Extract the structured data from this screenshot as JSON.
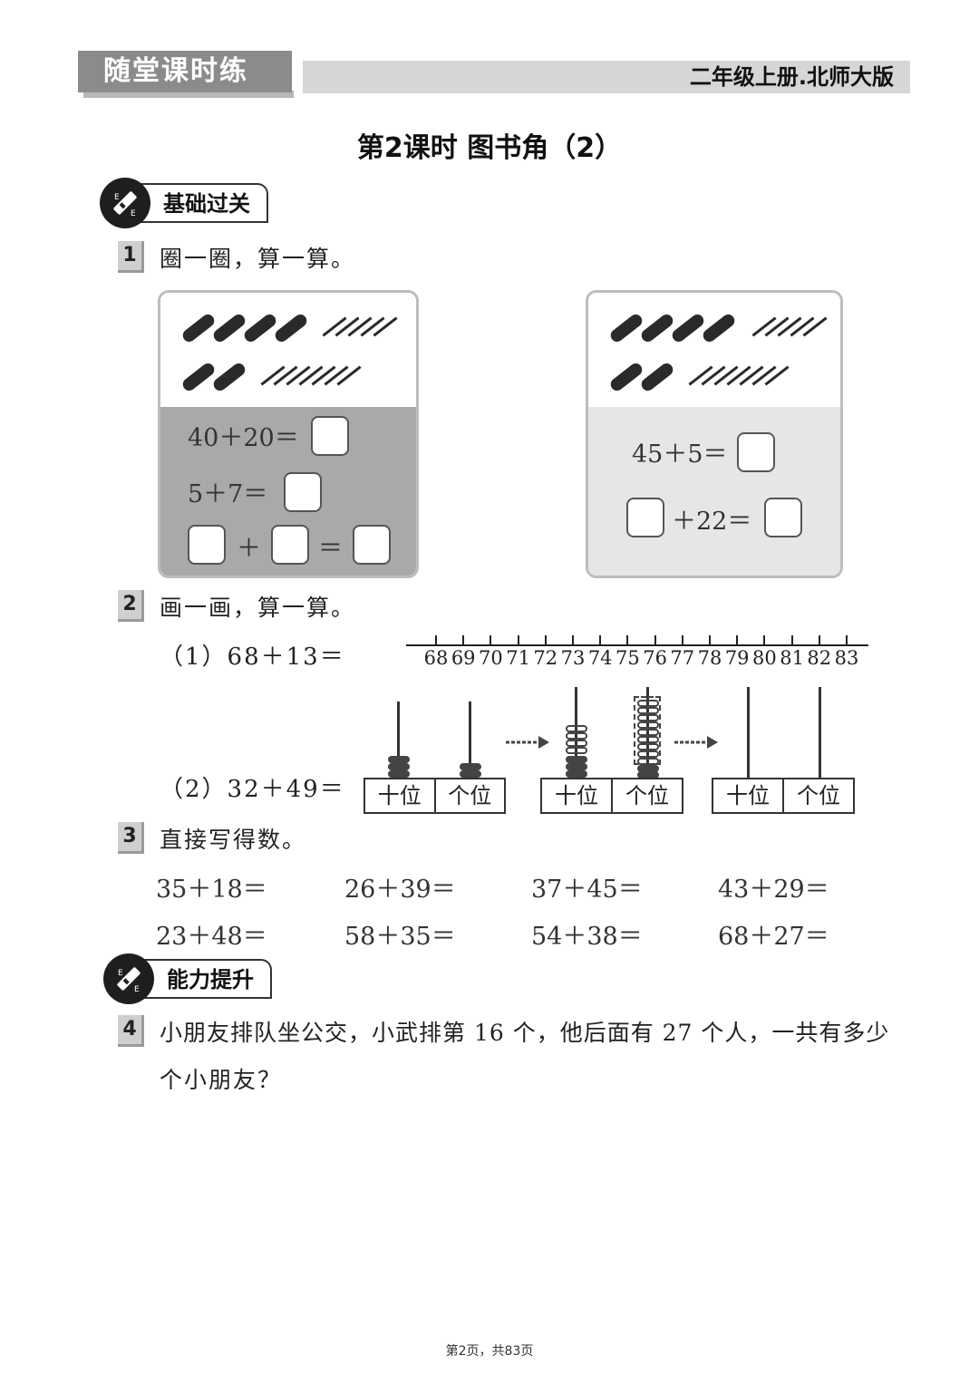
{
  "header": {
    "series_title": "随堂课时练",
    "grade_edition": "二年级上册.北师大版"
  },
  "lesson_title": "第2课时  图书角（2）",
  "sections": {
    "basic": "基础过关",
    "advanced": "能力提升"
  },
  "q1": {
    "number": "1",
    "prompt": "圈一圈，算一算。",
    "left_card": {
      "eq1": "40＋20＝",
      "eq2": "5＋7＝",
      "plus": "＋",
      "equals": "＝"
    },
    "right_card": {
      "eq1": "45＋5＝",
      "eq2": "＋22＝"
    }
  },
  "q2": {
    "number": "2",
    "prompt": "画一画，算一算。",
    "part1": "（1）68＋13＝",
    "part2": "（2）32＋49＝",
    "number_line": [
      "68",
      "69",
      "70",
      "71",
      "72",
      "73",
      "74",
      "75",
      "76",
      "77",
      "78",
      "79",
      "80",
      "81",
      "82",
      "83"
    ],
    "tens_label": "十位",
    "ones_label": "个位"
  },
  "q3": {
    "number": "3",
    "prompt": "直接写得数。",
    "problems": [
      "35＋18＝",
      "26＋39＝",
      "37＋45＝",
      "43＋29＝",
      "23＋48＝",
      "58＋35＝",
      "54＋38＝",
      "68＋27＝"
    ]
  },
  "q4": {
    "number": "4",
    "line1": "小朋友排队坐公交，小武排第 16 个，他后面有 27 个人，一共有多少",
    "line2": "个小朋友？"
  },
  "footer": "第2页，共83页"
}
